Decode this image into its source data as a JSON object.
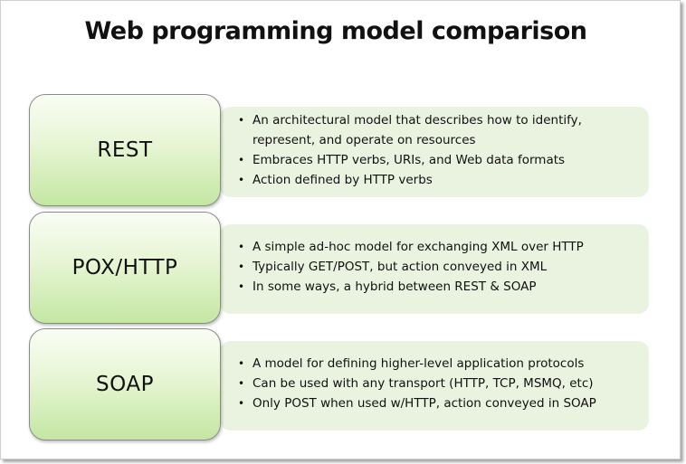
{
  "title": "Web programming model comparison",
  "colors": {
    "panel": "#e9f3df",
    "box_top": "#f9fdf4",
    "box_bottom": "#c4e7a3",
    "box_border": "#8a8a8a",
    "text": "#111111"
  },
  "models": [
    {
      "label": "REST",
      "bullets": [
        "An architectural model that describes how to identify, represent, and operate on resources",
        "Embraces HTTP verbs, URIs, and Web data formats",
        "Action defined by HTTP verbs"
      ]
    },
    {
      "label": "POX/HTTP",
      "bullets": [
        "A simple ad-hoc model for exchanging XML over HTTP",
        "Typically GET/POST, but action conveyed in XML",
        "In some ways, a hybrid between REST & SOAP"
      ]
    },
    {
      "label": "SOAP",
      "bullets": [
        "A model for defining higher-level application protocols",
        "Can be used with any transport (HTTP, TCP, MSMQ, etc)",
        "Only POST when used w/HTTP, action conveyed in SOAP"
      ]
    }
  ]
}
